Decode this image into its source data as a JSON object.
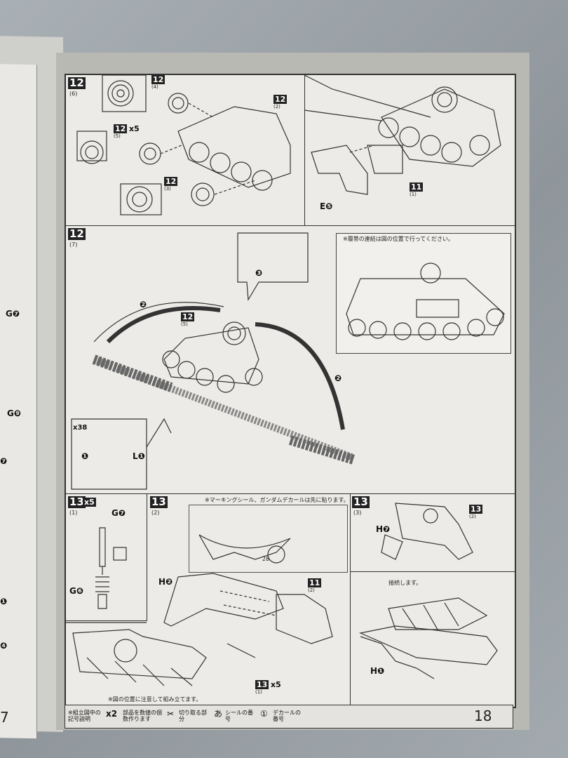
{
  "steps": {
    "s12_6": {
      "num": "12",
      "sub": "(6)"
    },
    "s12_7": {
      "num": "12",
      "sub": "(7)"
    },
    "s13_1": {
      "num": "13",
      "sub": "(1)",
      "mult": "x5"
    },
    "s13_2": {
      "num": "13",
      "sub": "(2)"
    },
    "s13_3": {
      "num": "13",
      "sub": "(3)"
    }
  },
  "refs": {
    "r12_4": {
      "num": "12",
      "sub": "(4)"
    },
    "r12_2": {
      "num": "12",
      "sub": "(2)"
    },
    "r12_5": {
      "num": "12",
      "sub": "(5)",
      "mult": "x5"
    },
    "r12_3": {
      "num": "12",
      "sub": "(3)"
    },
    "r11_1": {
      "num": "11",
      "sub": "(1)"
    },
    "r12_5b": {
      "num": "12",
      "sub": "(5)"
    },
    "r11_2": {
      "num": "11",
      "sub": "(2)"
    },
    "r13_1": {
      "num": "13",
      "sub": "(1)",
      "mult": "x5"
    },
    "r13_2": {
      "num": "13",
      "sub": "(2)"
    }
  },
  "labels": {
    "e5": "E❺",
    "g7": "G❼",
    "g9": "G❾",
    "l1": "L❶",
    "x38": "x38",
    "one": "❶",
    "two": "❷",
    "three": "❸",
    "g7b": "G❼",
    "g6": "G❻",
    "h2": "H❷",
    "h7": "H❼",
    "h1": "H❶",
    "n28": "28",
    "left1": "❶",
    "left4": "❹",
    "left7": "❼"
  },
  "notes": {
    "track": "※履帯の連結は図の位置で行ってください。",
    "marking": "※マーキングシール、ガンダムデカールは先に貼ります。",
    "caution": "※図の位置に注意して組み立てます。",
    "rotate": "接続します。"
  },
  "legend": {
    "title": "※組立図中の記号説明",
    "items": [
      {
        "sym": "x2",
        "text": "部品を数値の個数作ります"
      },
      {
        "sym": "✂",
        "text": "切り取る部分"
      },
      {
        "sym": "あ",
        "text": "シールの番号"
      },
      {
        "sym": "①",
        "text": "デカールの番号"
      }
    ]
  },
  "pages": {
    "left": "7",
    "right": "18"
  },
  "colors": {
    "paper": "#ecebe7",
    "ink": "#222222",
    "frame": "#333333"
  }
}
